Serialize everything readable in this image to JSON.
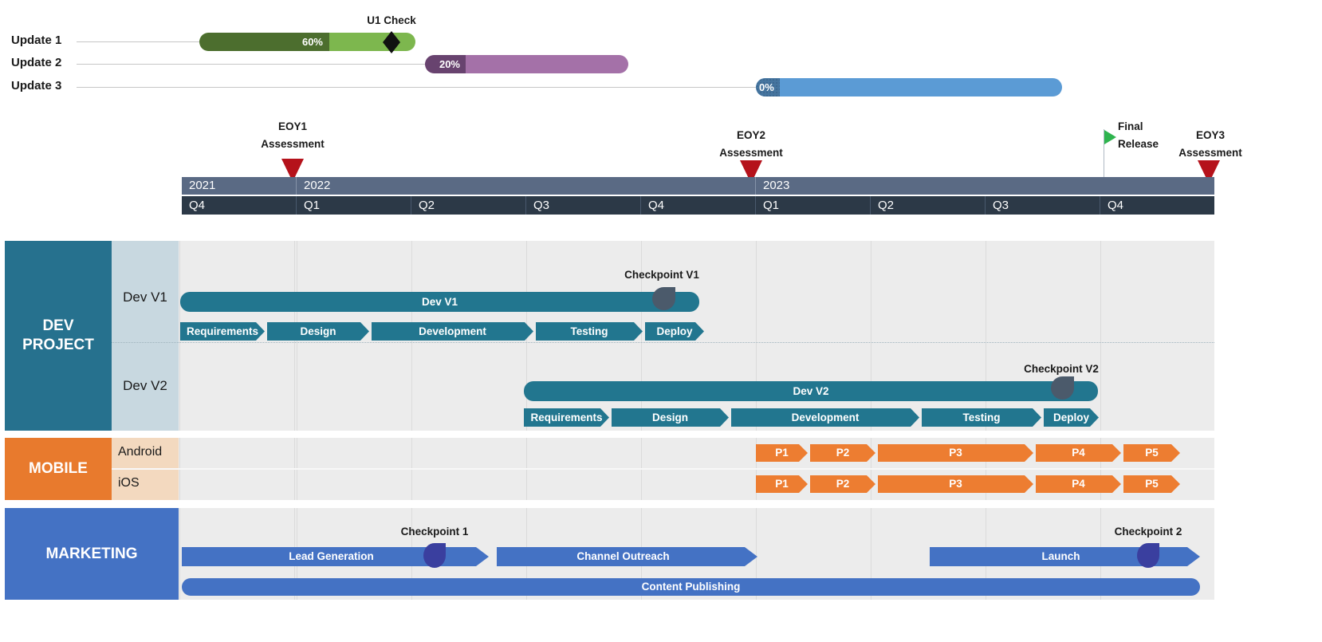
{
  "updates": {
    "rows": [
      {
        "label": "Update 1",
        "progress": "60%",
        "progress_pct": 60,
        "done_color": "#4c6e2e",
        "rest_color": "#7db74e",
        "milestone_label": "U1 Check"
      },
      {
        "label": "Update 2",
        "progress": "20%",
        "progress_pct": 20,
        "done_color": "#68436f",
        "rest_color": "#a471a8"
      },
      {
        "label": "Update 3",
        "progress": "0%",
        "progress_pct": 0,
        "done_color": "#46759f",
        "rest_color": "#5b9bd5"
      }
    ]
  },
  "header_milestones": {
    "eoy1": {
      "line1": "EOY1",
      "line2": "Assessment",
      "marker": "red-triangle-down",
      "color": "#b5121b"
    },
    "eoy2": {
      "line1": "EOY2",
      "line2": "Assessment",
      "marker": "red-triangle-down",
      "color": "#b5121b"
    },
    "final_release": {
      "line1": "Final",
      "line2": "Release",
      "marker": "green-flag",
      "color": "#2eb44e"
    },
    "eoy3": {
      "line1": "EOY3",
      "line2": "Assessment",
      "marker": "red-triangle-down",
      "color": "#b5121b"
    }
  },
  "timeline": {
    "years": [
      {
        "label": "2021"
      },
      {
        "label": "2022"
      },
      {
        "label": "2023"
      }
    ],
    "quarters": [
      "Q4",
      "Q1",
      "Q2",
      "Q3",
      "Q4",
      "Q1",
      "Q2",
      "Q3",
      "Q4"
    ],
    "year_band_color": "#5a6a84",
    "quarter_band_color": "#2c3947"
  },
  "dev": {
    "title": "DEV PROJECT",
    "block_color": "#26718e",
    "subcolumn_color": "#c8d8e0",
    "bar_color": "#22768f",
    "checkpoint_color": "#4b5a6b",
    "rows": [
      {
        "label": "Dev V1",
        "bar_label": "Dev V1",
        "checkpoint_label": "Checkpoint V1",
        "phases": [
          {
            "label": "Requirements"
          },
          {
            "label": "Design"
          },
          {
            "label": "Development"
          },
          {
            "label": "Testing"
          },
          {
            "label": "Deploy"
          }
        ]
      },
      {
        "label": "Dev V2",
        "bar_label": "Dev V2",
        "checkpoint_label": "Checkpoint V2",
        "phases": [
          {
            "label": "Requirements"
          },
          {
            "label": "Design"
          },
          {
            "label": "Development"
          },
          {
            "label": "Testing"
          },
          {
            "label": "Deploy"
          }
        ]
      }
    ]
  },
  "mobile": {
    "title": "MOBILE",
    "block_color": "#e87a2d",
    "subcolumn_color": "#f3d9bf",
    "phase_color": "#ed7d31",
    "rows": [
      {
        "label": "Android",
        "phases": [
          {
            "label": "P1"
          },
          {
            "label": "P2"
          },
          {
            "label": "P3"
          },
          {
            "label": "P4"
          },
          {
            "label": "P5"
          }
        ]
      },
      {
        "label": "iOS",
        "phases": [
          {
            "label": "P1"
          },
          {
            "label": "P2"
          },
          {
            "label": "P3"
          },
          {
            "label": "P4"
          },
          {
            "label": "P5"
          }
        ]
      }
    ]
  },
  "marketing": {
    "title": "MARKETING",
    "block_color": "#4472c4",
    "bar_color": "#4472c4",
    "checkpoint_color": "#3a3f9f",
    "checkpoint1_label": "Checkpoint 1",
    "checkpoint2_label": "Checkpoint 2",
    "tasks": [
      {
        "label": "Lead Generation"
      },
      {
        "label": "Channel Outreach"
      },
      {
        "label": "Launch"
      },
      {
        "label": "Content Publishing"
      }
    ]
  },
  "colors": {
    "row_background": "#ececec",
    "gridline": "#dbdbdb",
    "connector": "#c6c6c6"
  }
}
